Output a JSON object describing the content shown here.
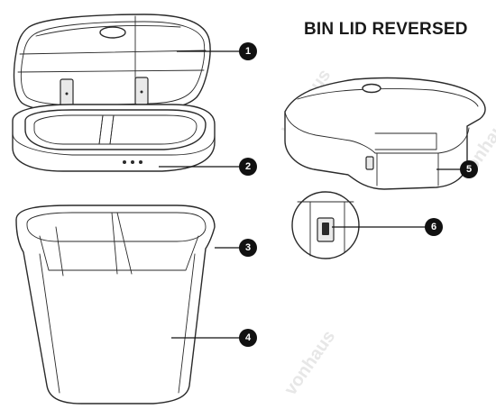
{
  "title": "BIN LID REVERSED",
  "watermark": "vonhaus",
  "callouts": [
    "1",
    "2",
    "3",
    "4",
    "5",
    "6"
  ]
}
